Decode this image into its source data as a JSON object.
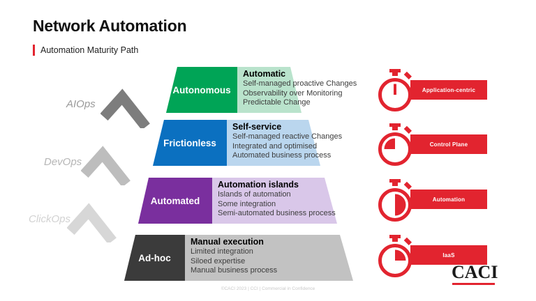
{
  "slide": {
    "title": "Network Automation",
    "subtitle": "Automation Maturity Path",
    "footer": "©CACI 2023 | CCI | Commercial in Confidence",
    "logo_text": "CACI"
  },
  "colors": {
    "accent_red": "#E2242F",
    "green": "#00A456",
    "light_green": "#B9E3CC",
    "blue": "#0B70C0",
    "light_blue": "#BAD6EE",
    "purple": "#7A2F9E",
    "light_purple": "#D9C7E9",
    "dark_gray": "#3B3B3B",
    "light_gray": "#C2C2C2",
    "chevron_grays": [
      "#7d7d7d",
      "#bdbdbd",
      "#d7d7d7"
    ]
  },
  "ops": [
    {
      "label": "AIOps"
    },
    {
      "label": "DevOps"
    },
    {
      "label": "ClickOps"
    }
  ],
  "levels": [
    {
      "name": "Autonomous",
      "heading": "Automatic",
      "lines": [
        "Self-managed proactive Changes",
        "Observability over Monitoring",
        "Predictable Change"
      ],
      "dark_color": "#00A456",
      "light_color": "#B9E3CC"
    },
    {
      "name": "Frictionless",
      "heading": "Self-service",
      "lines": [
        "Self-managed reactive Changes",
        "Integrated and optimised",
        "Automated business process"
      ],
      "dark_color": "#0B70C0",
      "light_color": "#BAD6EE"
    },
    {
      "name": "Automated",
      "heading": "Automation islands",
      "lines": [
        "Islands of automation",
        "Some integration",
        "Semi-automated business process"
      ],
      "dark_color": "#7A2F9E",
      "light_color": "#D9C7E9"
    },
    {
      "name": "Ad-hoc",
      "heading": "Manual execution",
      "lines": [
        "Limited integration",
        "Siloed expertise",
        "Manual business process"
      ],
      "dark_color": "#3B3B3B",
      "light_color": "#C2C2C2"
    }
  ],
  "timers": [
    {
      "label": "Application-centric",
      "dial": "hand-at-12"
    },
    {
      "label": "Control Plane",
      "dial": "quarter-filled-top-left"
    },
    {
      "label": "Automation",
      "dial": "half-filled-right"
    },
    {
      "label": "IaaS",
      "dial": "quarter-filled-top-right"
    }
  ]
}
